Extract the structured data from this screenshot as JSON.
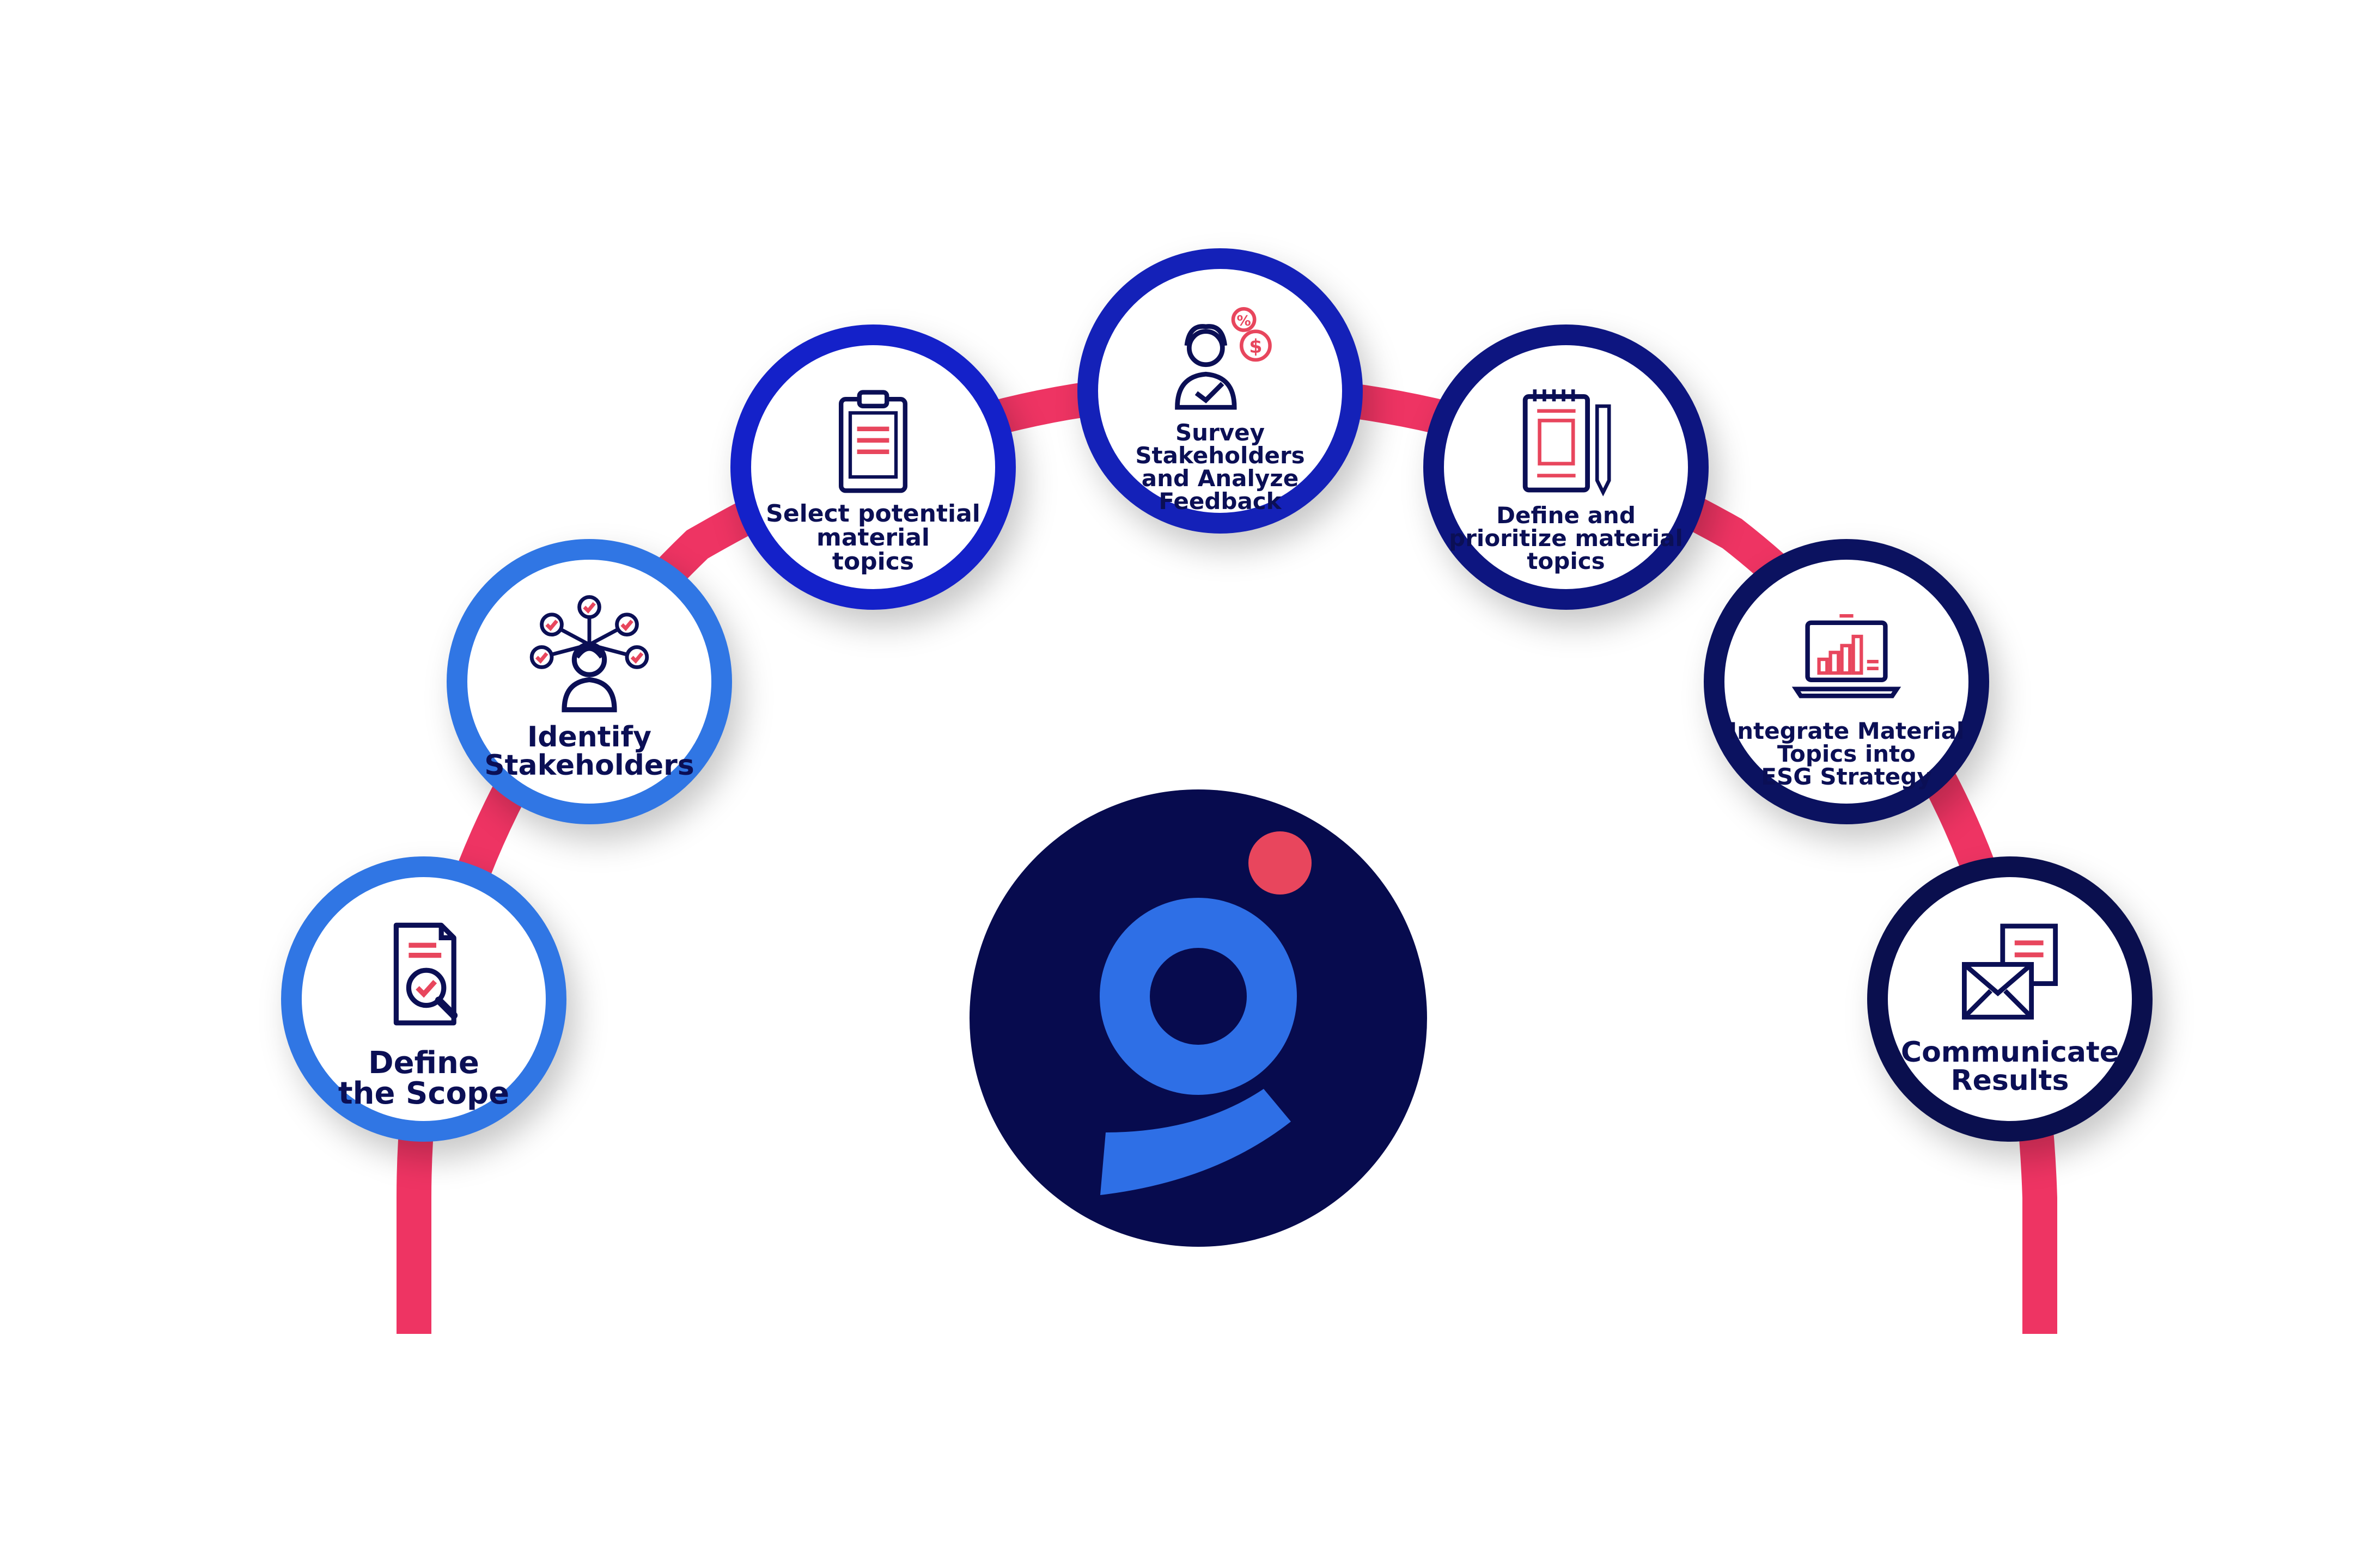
{
  "colors": {
    "arc": "#ee3463",
    "accent_red": "#e8465d",
    "navy": "#0b0f55",
    "logo_bg": "#070b4e",
    "logo_blue": "#2e6fe6"
  },
  "steps": [
    {
      "label": "Define\nthe Scope",
      "icon": "document-search-icon",
      "ring": "#3076e4"
    },
    {
      "label": "Identify\nStakeholders",
      "icon": "stakeholder-network-icon",
      "ring": "#3076e4"
    },
    {
      "label": "Select potential\nmaterial\ntopics",
      "icon": "clipboard-icon",
      "ring": "#1421c9"
    },
    {
      "label": "Survey Stakeholders\nand Analyze\nFeedback",
      "icon": "survey-person-icon",
      "ring": "#1421b8"
    },
    {
      "label": "Define and\nprioritize material\ntopics",
      "icon": "notepad-pencil-icon",
      "ring": "#0d1580"
    },
    {
      "label": "Integrate Material\nTopics into\nESG Strategy",
      "icon": "laptop-chart-icon",
      "ring": "#0b1260"
    },
    {
      "label": "Communicate\nResults",
      "icon": "envelope-document-icon",
      "ring": "#0a0f4e"
    }
  ],
  "logo": {
    "name": "brand-logo-icon"
  }
}
